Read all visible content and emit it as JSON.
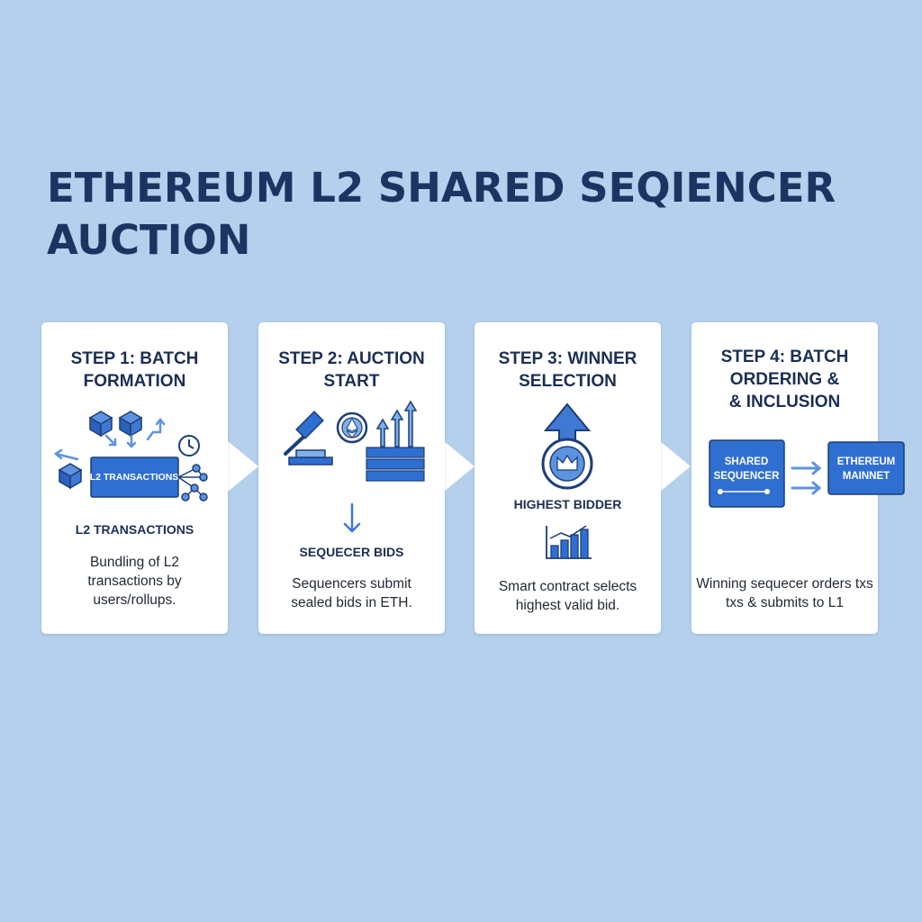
{
  "title_line1": "ETHEREUM L2 SHARED SEQIENCER",
  "title_line2": "AUCTION",
  "steps": [
    {
      "title_line1": "STEP 1: BATCH",
      "title_line2": "FORMATION",
      "icon_label": "L2 TRANSACTIONS",
      "caption": "L2 TRANSACTIONS",
      "desc_line1": "Bundling of L2",
      "desc_line2": "transactions by",
      "desc_line3": "users/rollups."
    },
    {
      "title_line1": "STEP 2: AUCTION",
      "title_line2": "START",
      "caption": "SEQUECER BIDS",
      "desc_line1": "Sequencers submit",
      "desc_line2": "sealed bids in ETH."
    },
    {
      "title_line1": "STEP 3: WINNER",
      "title_line2": "SELECTION",
      "caption": "HIGHEST BIDDER",
      "desc_line1": "Smart contract selects",
      "desc_line2": "highest valid bid."
    },
    {
      "title_line1": "STEP 4: BATCH",
      "title_line2": "ORDERING &",
      "title_line3": "& INCLUSION",
      "box_left_line1": "SHARED",
      "box_left_line2": "SEQUENCER",
      "box_right_line1": "ETHEREUM",
      "box_right_line2": "MAINNET",
      "desc_line1": "Winning sequecer orders txs",
      "desc_line2": "txs & submits to L1"
    }
  ],
  "colors": {
    "background": "#b5d0ec",
    "title": "#1b3563",
    "accent": "#2f6fd1",
    "accent_light": "#7fb0ea",
    "card": "#ffffff"
  }
}
